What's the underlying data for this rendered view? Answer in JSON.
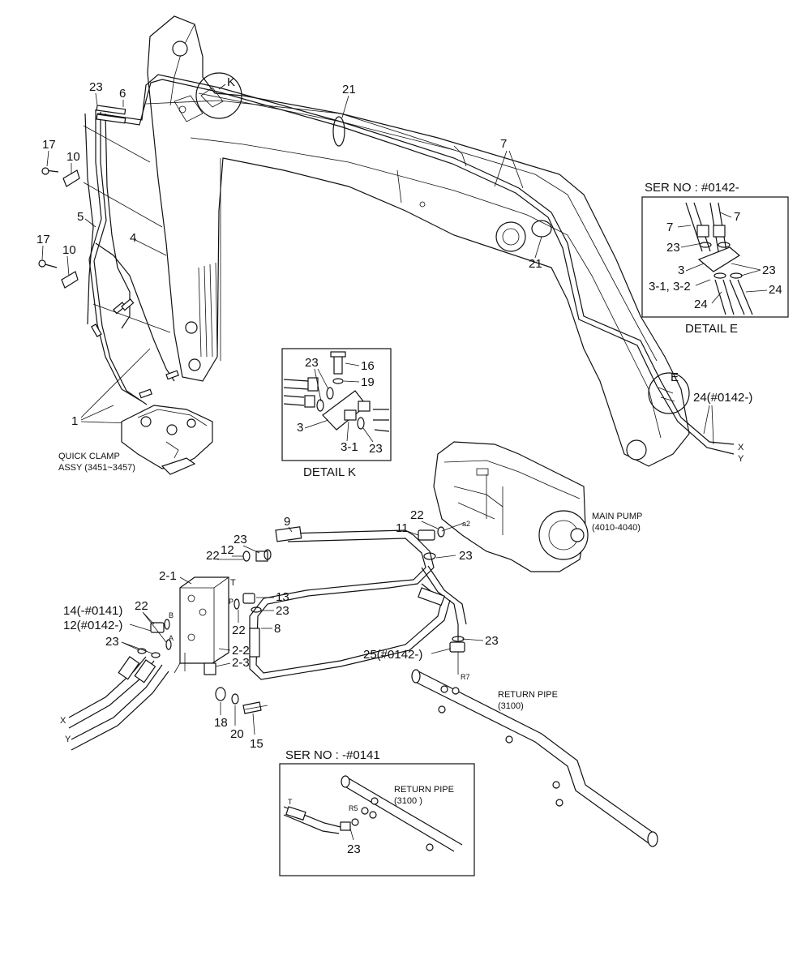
{
  "detail_e": {
    "title": "SER NO : #0142-",
    "caption": "DETAIL  E",
    "labels": [
      "7",
      "7",
      "23",
      "3",
      "23",
      "3-1, 3-2",
      "24",
      "24"
    ]
  },
  "detail_k": {
    "caption": "DETAIL  K",
    "labels": [
      "23",
      "16",
      "19",
      "3",
      "3-1",
      "23"
    ]
  },
  "detail_ser": {
    "title": "SER NO : -#0141",
    "pipe_label_1": "RETURN PIPE",
    "pipe_label_2": "(3100 )",
    "port_t": "T",
    "port_r5": "R5",
    "part_23": "23"
  },
  "boom": {
    "labels": {
      "k_mark": "K",
      "e_mark": "E",
      "p21a": "21",
      "p21b": "21",
      "p7": "7",
      "p24": "24(#0142-)",
      "x": "X",
      "y": "Y"
    }
  },
  "arm_side": {
    "labels": {
      "p23": "23",
      "p6": "6",
      "p17a": "17",
      "p10a": "10",
      "p5": "5",
      "p4": "4",
      "p17b": "17",
      "p10b": "10",
      "p1": "1"
    },
    "quick_clamp_1": "QUICK CLAMP",
    "quick_clamp_2": "ASSY (3451~3457)"
  },
  "pump": {
    "label_1": "MAIN PUMP",
    "label_2": "(4010-4040)",
    "port": "a2",
    "p22": "22",
    "p11": "11",
    "p23": "23"
  },
  "valve": {
    "labels": {
      "p9": "9",
      "p23a": "23",
      "p12": "12",
      "p22a": "22",
      "p2_1": "2-1",
      "t": "T",
      "p13": "13",
      "p_port": "P",
      "p23b": "23",
      "p22b": "22",
      "p8": "8",
      "p14": "14(-#0141)",
      "p12b": "12(#0142-)",
      "p22c": "22",
      "b": "B",
      "a": "A",
      "p23c": "23",
      "p2_2": "2-2",
      "p2_3": "2-3",
      "x": "X",
      "y": "Y",
      "p18": "18",
      "p20": "20",
      "p15": "15",
      "p23d": "23",
      "p25": "25(#0142-)",
      "r7": "R7"
    }
  },
  "return_pipe": {
    "label_1": "RETURN PIPE",
    "label_2": "(3100)"
  }
}
